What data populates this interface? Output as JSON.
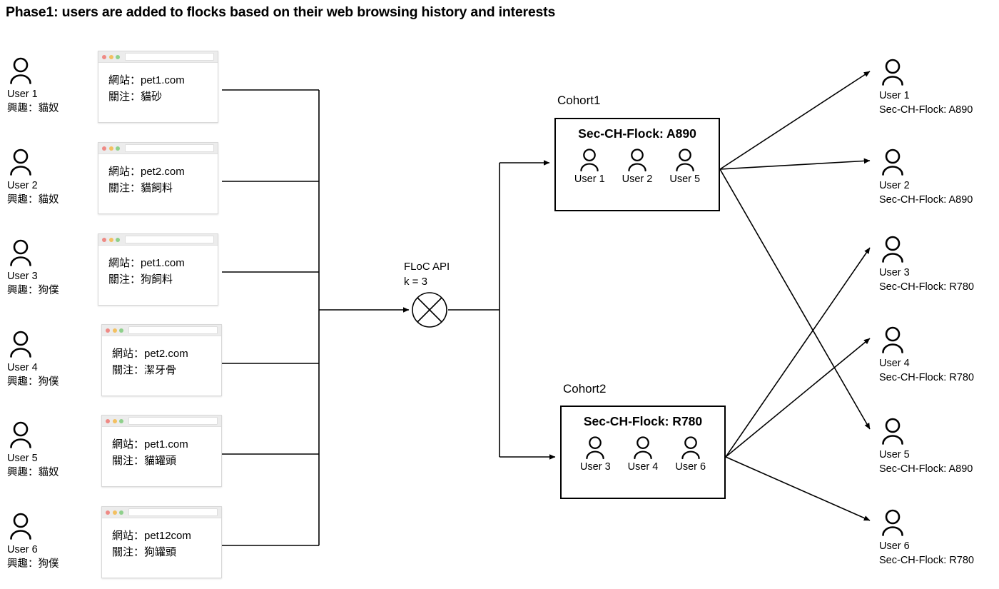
{
  "title": "Phase1:  users are added to flocks based on their web browsing history and interests",
  "icons": {
    "person": "person-icon",
    "crossed_circle": "crossed-circle-icon",
    "traffic_red": "window-close-dot-icon",
    "traffic_yellow": "window-minimize-dot-icon",
    "traffic_green": "window-maximize-dot-icon",
    "url_bar": "address-bar-icon",
    "arrow": "arrow-head-icon"
  },
  "colors": {
    "stroke": "#000000",
    "card_border": "#d8d8d8",
    "card_bar": "#ececec",
    "dot_red": "#ef8a85",
    "dot_yellow": "#f3c060",
    "dot_green": "#8ed08b",
    "background": "#ffffff"
  },
  "input_users": [
    {
      "name": "User 1",
      "interest": "興趣：貓奴"
    },
    {
      "name": "User 2",
      "interest": "興趣：貓奴"
    },
    {
      "name": "User 3",
      "interest": "興趣：狗僕"
    },
    {
      "name": "User 4",
      "interest": "興趣：狗僕"
    },
    {
      "name": "User 5",
      "interest": "興趣：貓奴"
    },
    {
      "name": "User 6",
      "interest": "興趣：狗僕"
    }
  ],
  "browser_cards": [
    {
      "site": "網站：pet1.com",
      "focus": "關注：貓砂"
    },
    {
      "site": "網站：pet2.com",
      "focus": "關注：貓飼料"
    },
    {
      "site": "網站：pet1.com",
      "focus": "關注：狗飼料"
    },
    {
      "site": "網站：pet2.com",
      "focus": "關注：潔牙骨"
    },
    {
      "site": "網站：pet1.com",
      "focus": "關注：貓罐頭"
    },
    {
      "site": "網站：pet12com",
      "focus": "關注：狗罐頭"
    }
  ],
  "floc": {
    "api_label": "FLoC API",
    "k_label": "k = 3"
  },
  "cohorts": [
    {
      "title": "Cohort1",
      "flock": "Sec-CH-Flock: A890",
      "members": [
        "User 1",
        "User 2",
        "User 5"
      ]
    },
    {
      "title": "Cohort2",
      "flock": "Sec-CH-Flock: R780",
      "members": [
        "User 3",
        "User 4",
        "User 6"
      ]
    }
  ],
  "output_users": [
    {
      "name": "User 1",
      "flock": "Sec-CH-Flock: A890"
    },
    {
      "name": "User 2",
      "flock": "Sec-CH-Flock: A890"
    },
    {
      "name": "User 3",
      "flock": "Sec-CH-Flock: R780"
    },
    {
      "name": "User 4",
      "flock": "Sec-CH-Flock: R780"
    },
    {
      "name": "User 5",
      "flock": "Sec-CH-Flock: A890"
    },
    {
      "name": "User 6",
      "flock": "Sec-CH-Flock: R780"
    }
  ]
}
